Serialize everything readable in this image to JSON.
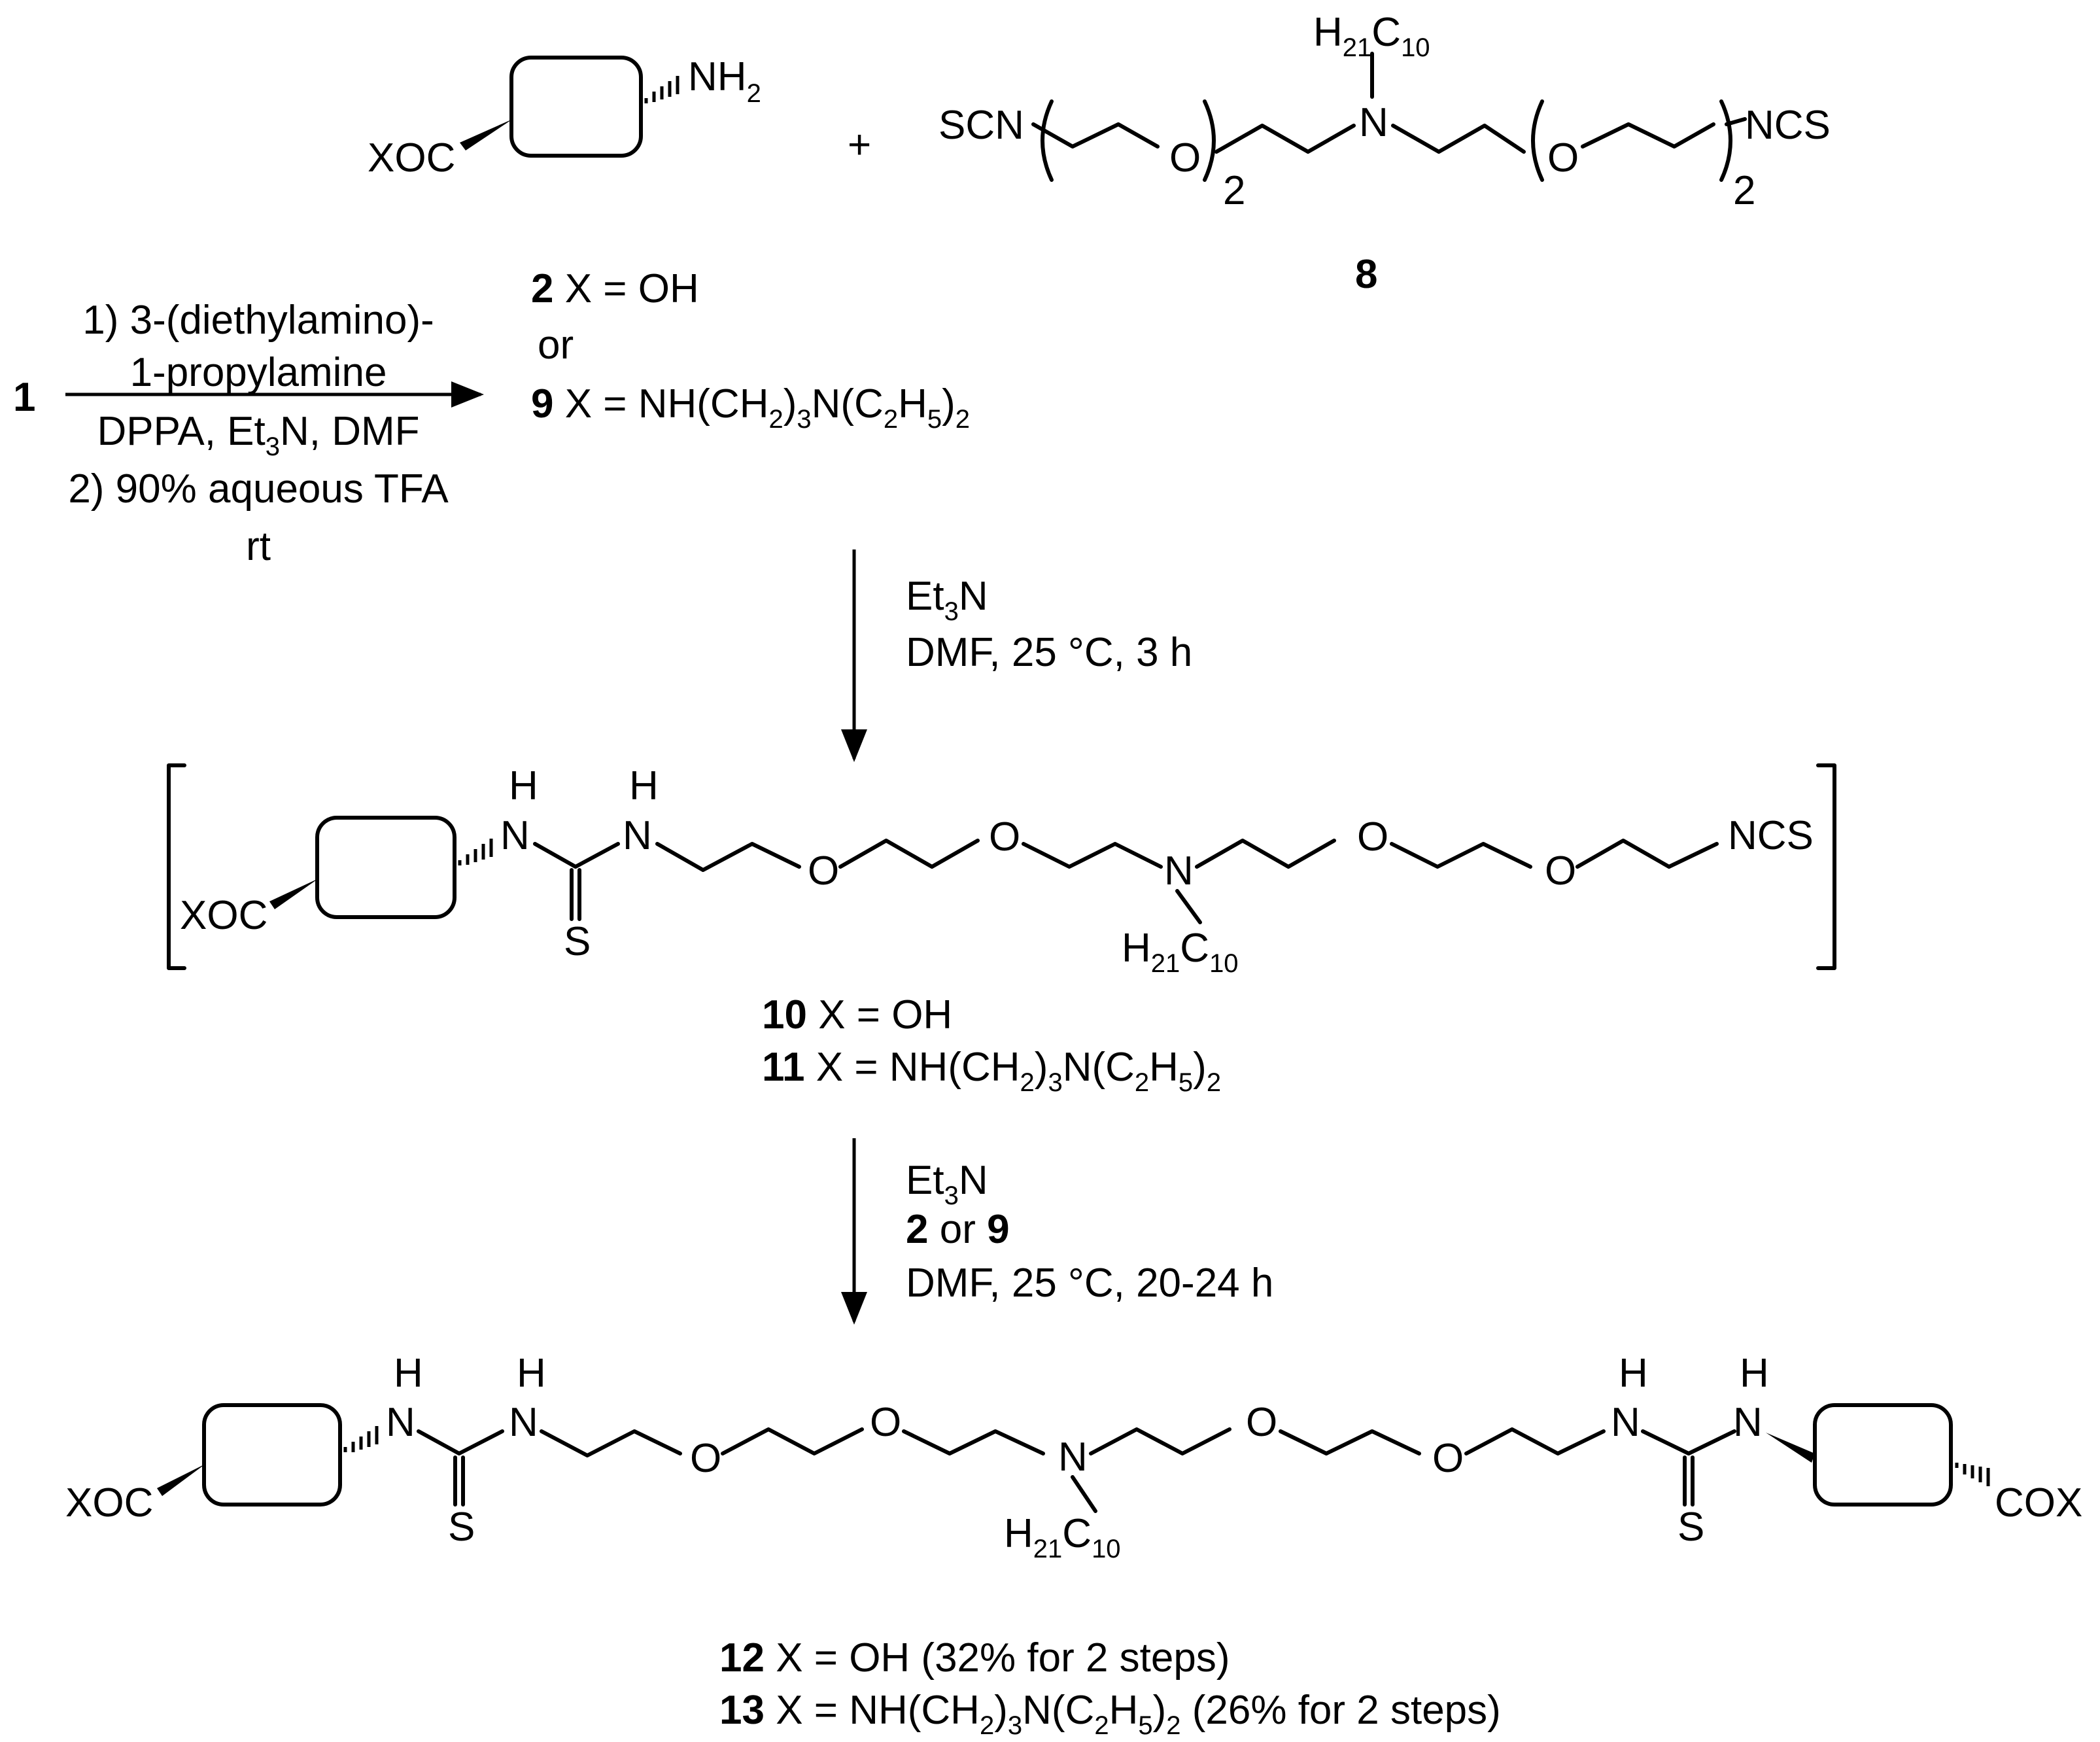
{
  "labels": {
    "amine_group": "NH",
    "acyl_group": "XOC",
    "acyl_group_right": "COX",
    "plus": "+",
    "scn": "SCN",
    "ncs": "NCS",
    "oxygen": "O",
    "nitrogen": "N",
    "sulfur": "S",
    "hydrogen": "H",
    "carbon": "C",
    "subscript_2": "2",
    "subscript_21": "21",
    "subscript_10": "10",
    "repeat_2": "2"
  },
  "compounds": {
    "c1": "1",
    "c8": "8",
    "line_2": {
      "num": "2",
      "text": " X = OH"
    },
    "or": "or",
    "line_9": {
      "num": "9",
      "text_a": " X = NH(CH",
      "s1": "2",
      "text_b": ")",
      "s2": "3",
      "text_c": "N(C",
      "s3": "2",
      "text_d": "H",
      "s4": "5",
      "text_e": ")",
      "s5": "2"
    },
    "line_10": {
      "num": "10",
      "text": " X = OH"
    },
    "line_11": {
      "num": "11",
      "text_a": " X = NH(CH",
      "s1": "2",
      "text_b": ")",
      "s2": "3",
      "text_c": "N(C",
      "s3": "2",
      "text_d": "H",
      "s4": "5",
      "text_e": ")",
      "s5": "2"
    },
    "line_12": {
      "num": "12",
      "text": " X = OH  (32% for 2 steps)"
    },
    "line_13": {
      "num": "13",
      "text_a": " X = NH(CH",
      "s1": "2",
      "text_b": ")",
      "s2": "3",
      "text_c": "N(C",
      "s3": "2",
      "text_d": "H",
      "s4": "5",
      "text_e": ")",
      "s5": "2",
      "tail": "  (26% for 2 steps)"
    }
  },
  "conditions": {
    "step1": {
      "line1": "1) 3-(diethylamino)-",
      "line2": "1-propylamine",
      "line3_a": "DPPA, Et",
      "line3_sub": "3",
      "line3_b": "N, DMF",
      "line4": "2) 90% aqueous TFA",
      "line5": "rt"
    },
    "step2": {
      "line1_a": "Et",
      "line1_sub": "3",
      "line1_b": "N",
      "line2": "DMF,  25 °C, 3 h"
    },
    "step3": {
      "line1_a": "Et",
      "line1_sub": "3",
      "line1_b": "N",
      "line2_a": "2",
      "line2_b": " or ",
      "line2_c": "9",
      "line3": "DMF,  25 °C, 20-24 h"
    }
  }
}
